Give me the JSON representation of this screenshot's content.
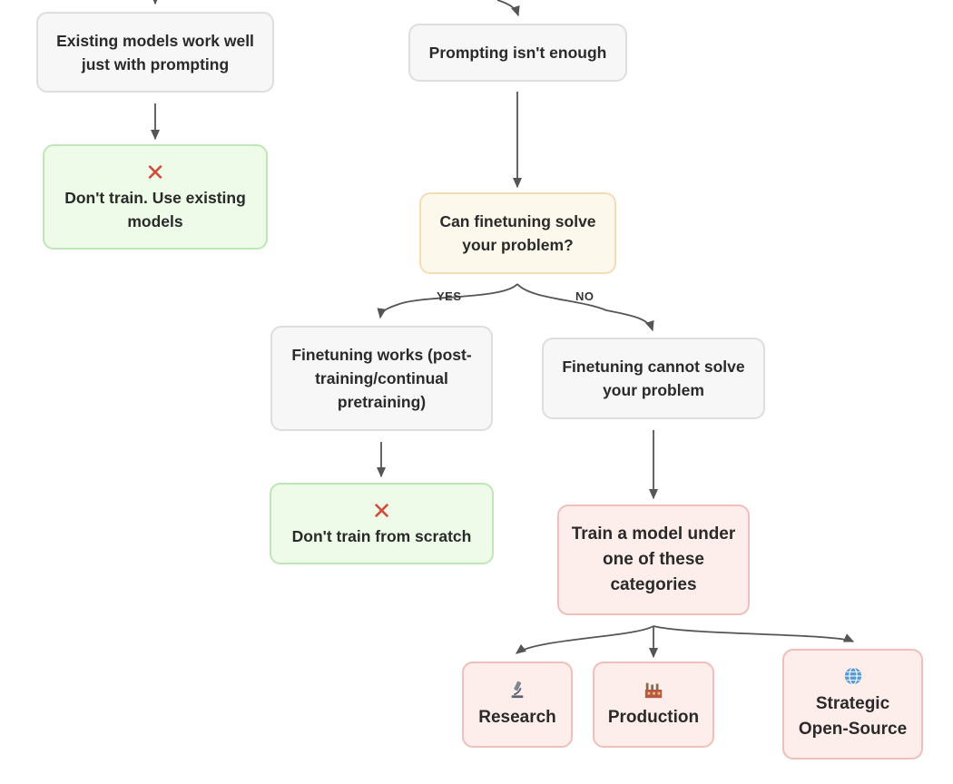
{
  "nodes": {
    "existing_models": "Existing models work well just with prompting",
    "dont_train_existing": "Don't train. Use existing models",
    "prompting_not_enough": "Prompting isn't enough",
    "can_finetuning": "Can finetuning solve your problem?",
    "finetuning_works": "Finetuning works (post-training/continual pretraining)",
    "dont_train_scratch": "Don't train from scratch",
    "finetuning_cannot": "Finetuning cannot solve your problem",
    "train_model": "Train a model under one of these categories",
    "research": "Research",
    "production": "Production",
    "strategic": "Strategic Open-Source"
  },
  "edge_labels": {
    "yes": "YES",
    "no": "NO"
  },
  "icons": {
    "cross": "cross-mark-icon",
    "research": "microscope-icon",
    "production": "factory-icon",
    "strategic": "globe-icon"
  },
  "colors": {
    "neutral_bg": "#f7f7f7",
    "green_bg": "#eefbe9",
    "yellow_bg": "#fdf8ec",
    "red_bg": "#fdeeec",
    "cross": "#d34a3a",
    "edge": "#555555"
  }
}
